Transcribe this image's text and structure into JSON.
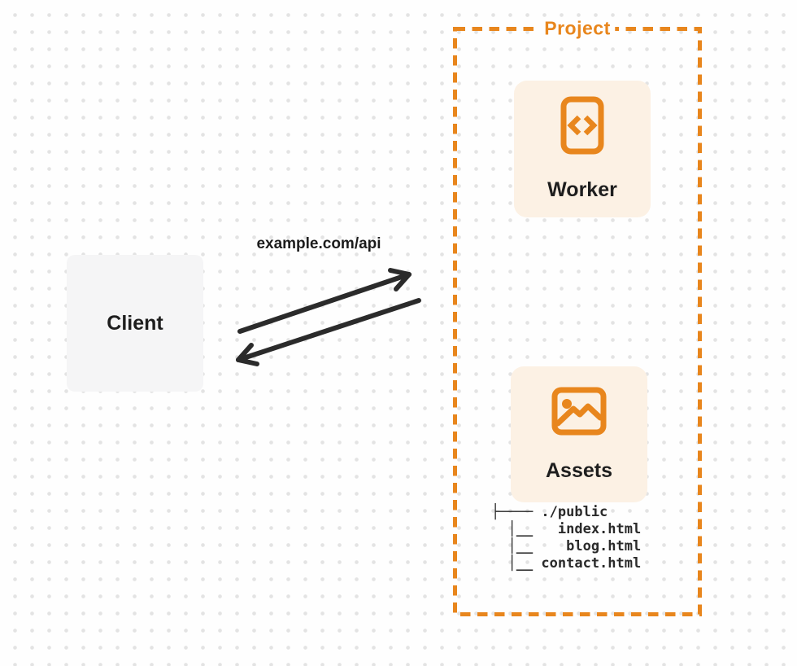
{
  "diagram": {
    "project": {
      "label": "Project"
    },
    "client": {
      "label": "Client"
    },
    "worker": {
      "label": "Worker",
      "icon": "code-file-icon"
    },
    "assets": {
      "label": "Assets",
      "icon": "image-icon",
      "tree_text": "├──── ./public\n  │__   index.html\n  │__    blog.html\n  │__ contact.html",
      "tree": {
        "root": "./public",
        "files": [
          "index.html",
          "blog.html",
          "contact.html"
        ]
      }
    },
    "request": {
      "label": "example.com/api"
    }
  },
  "colors": {
    "accent_orange": "#E8861D",
    "card_background": "#FCF1E4",
    "client_background": "#F5F5F6",
    "arrow": "#2B2B2B",
    "text": "#1E1E1E",
    "dot_grid": "#E3E3E3"
  }
}
